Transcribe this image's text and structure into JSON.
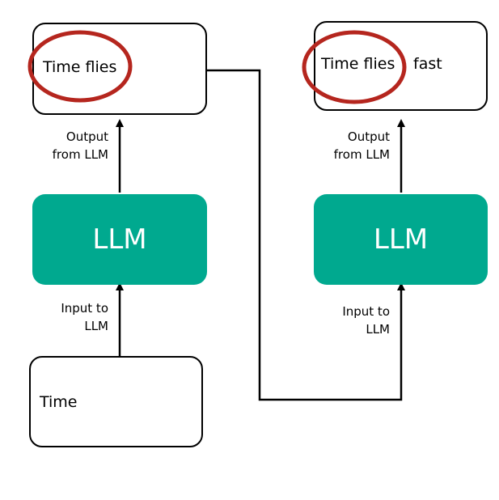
{
  "colors": {
    "llm_fill": "#00A98F",
    "highlight": "#B5261E",
    "stroke": "#000000"
  },
  "left": {
    "output_text": "Time flies",
    "output_label_line1": "Output",
    "output_label_line2": "from LLM",
    "llm_label": "LLM",
    "input_label_line1": "Input to",
    "input_label_line2": "LLM",
    "input_text": "Time"
  },
  "right": {
    "output_text_a": "Time flies",
    "output_text_b": "fast",
    "output_label_line1": "Output",
    "output_label_line2": "from LLM",
    "llm_label": "LLM",
    "input_label_line1": "Input to",
    "input_label_line2": "LLM"
  }
}
